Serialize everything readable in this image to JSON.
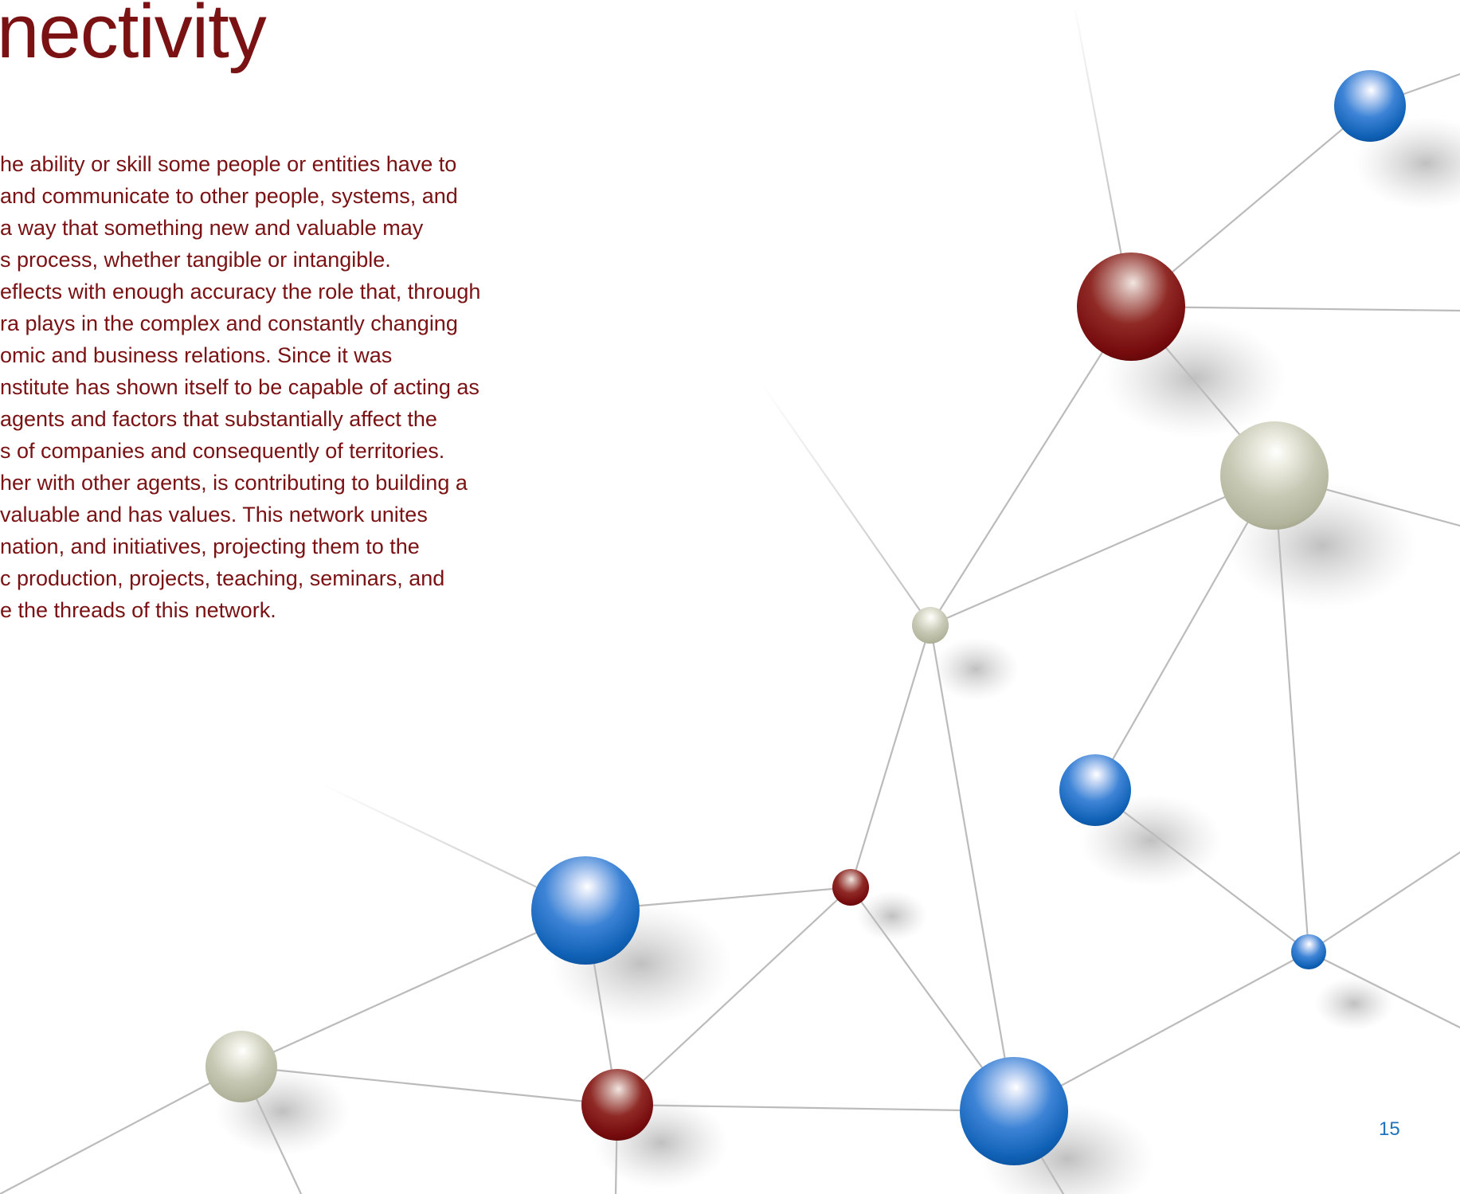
{
  "page": {
    "title": "nectivity",
    "paragraph_lines": [
      "he ability or skill some people or entities have to",
      "and communicate to other people, systems, and",
      "a way that something new and valuable may",
      "s process, whether tangible or intangible.",
      "eflects with enough accuracy the role that, through",
      "ra plays in the complex and constantly changing",
      "omic and business relations. Since it was",
      "nstitute has shown itself to be capable of acting as",
      "agents and factors that substantially affect the",
      "s of companies and consequently of territories.",
      "her with other agents, is contributing to building a",
      "valuable and has values. This network unites",
      "nation, and initiatives, projecting them to the",
      "c production, projects, teaching, seminars, and",
      "e the threads of this network."
    ],
    "page_number": "15"
  },
  "colors": {
    "title": "#7a1113",
    "body_text": "#7a1113",
    "page_number": "#1e73be",
    "link_line": "#bbbbbb",
    "sphere_blue": "#1a6fc4",
    "sphere_red": "#7e0d0f",
    "sphere_beige": "#bdbea8"
  },
  "network": {
    "spheres": [
      {
        "id": "blue-top-right",
        "color": "blue"
      },
      {
        "id": "red-large",
        "color": "red"
      },
      {
        "id": "beige-large",
        "color": "beige"
      },
      {
        "id": "beige-small",
        "color": "beige"
      },
      {
        "id": "blue-medium-right",
        "color": "blue"
      },
      {
        "id": "blue-small-right",
        "color": "blue"
      },
      {
        "id": "red-small",
        "color": "red"
      },
      {
        "id": "blue-large-left",
        "color": "blue"
      },
      {
        "id": "beige-bottom-left",
        "color": "beige"
      },
      {
        "id": "red-bottom",
        "color": "red"
      },
      {
        "id": "blue-large-bottom",
        "color": "blue"
      }
    ]
  }
}
